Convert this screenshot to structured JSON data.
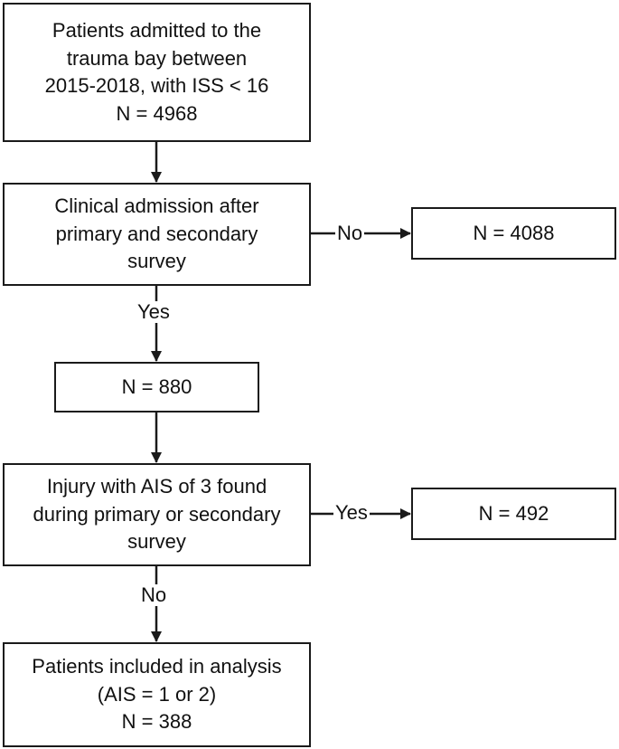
{
  "boxes": {
    "admitted": {
      "lines": [
        "Patients admitted to the",
        "trauma bay between",
        "2015-2018, with ISS < 16",
        "N = 4968"
      ]
    },
    "clinical_admission": {
      "lines": [
        "Clinical admission after",
        "primary and secondary",
        "survey"
      ]
    },
    "not_admitted": {
      "lines": [
        "N = 4088"
      ]
    },
    "admitted_count": {
      "lines": [
        "N = 880"
      ]
    },
    "ais3_decision": {
      "lines": [
        "Injury with AIS of 3 found",
        "during primary or secondary",
        "survey"
      ]
    },
    "ais3_excluded": {
      "lines": [
        "N = 492"
      ]
    },
    "included": {
      "lines": [
        "Patients included in analysis",
        "(AIS = 1 or 2)",
        "N = 388"
      ]
    }
  },
  "edges": {
    "clinical_no": "No",
    "clinical_yes": "Yes",
    "ais3_yes": "Yes",
    "ais3_no": "No"
  },
  "colors": {
    "line": "#1a1a1a",
    "text": "#111111",
    "background": "#ffffff"
  }
}
